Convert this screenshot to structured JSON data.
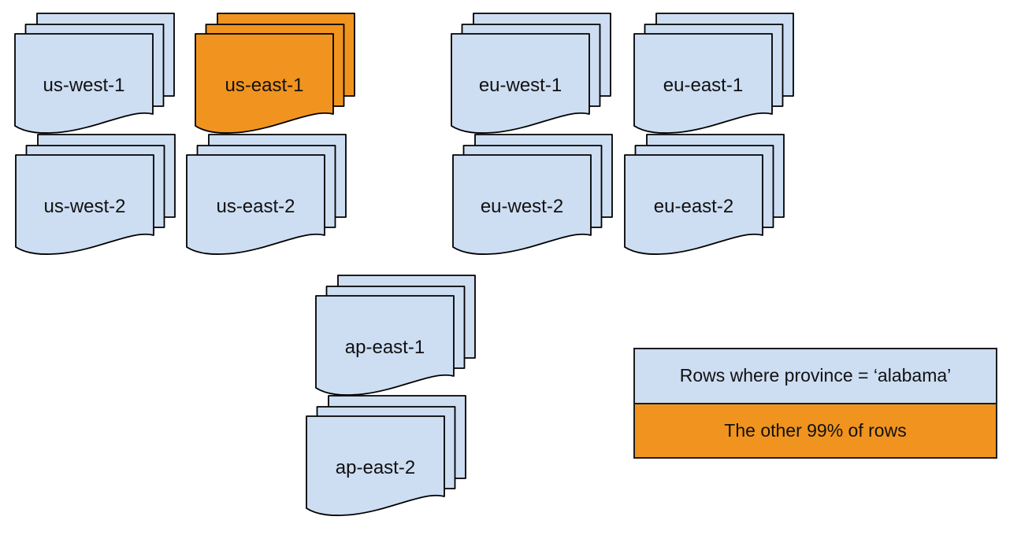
{
  "colors": {
    "region_blue": "#cdddf2",
    "highlight_orange": "#f0941f",
    "outline": "#000000",
    "background": "#ffffff"
  },
  "stacks": [
    {
      "label": "us-west-1",
      "variant": "blue"
    },
    {
      "label": "us-east-1",
      "variant": "orange"
    },
    {
      "label": "eu-west-1",
      "variant": "blue"
    },
    {
      "label": "eu-east-1",
      "variant": "blue"
    },
    {
      "label": "us-west-2",
      "variant": "blue"
    },
    {
      "label": "us-east-2",
      "variant": "blue"
    },
    {
      "label": "eu-west-2",
      "variant": "blue"
    },
    {
      "label": "eu-east-2",
      "variant": "blue"
    },
    {
      "label": "ap-east-1",
      "variant": "blue"
    },
    {
      "label": "ap-east-2",
      "variant": "blue"
    }
  ],
  "legend": {
    "rows": [
      {
        "label": "Rows where province = ‘alabama’",
        "variant": "blue"
      },
      {
        "label": "The other 99% of rows",
        "variant": "orange"
      }
    ]
  }
}
